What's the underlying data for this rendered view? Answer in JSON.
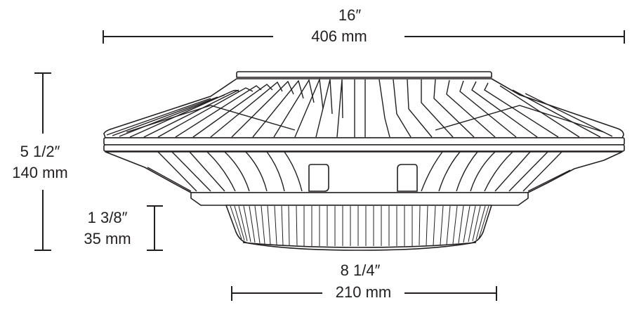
{
  "dimensions": {
    "overall_width": {
      "imperial": "16″",
      "metric": "406 mm"
    },
    "overall_height": {
      "imperial": "5 1/2″",
      "metric": "140 mm"
    },
    "lens_height": {
      "imperial": "1 3/8″",
      "metric": "35 mm"
    },
    "lens_width": {
      "imperial": "8 1/4″",
      "metric": "210 mm"
    }
  },
  "colors": {
    "line": "#231f20",
    "background": "#ffffff"
  }
}
